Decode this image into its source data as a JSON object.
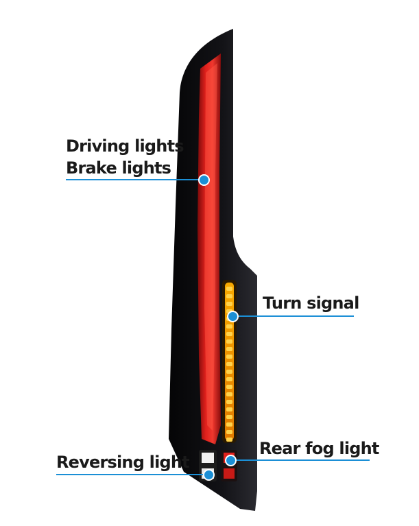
{
  "labels": {
    "driving": "Driving lights",
    "brake": "Brake lights",
    "turn": "Turn signal",
    "rear_fog": "Rear fog light",
    "reversing": "Reversing light"
  },
  "colors": {
    "accent": "#1b8fd6",
    "housing": "#0d0d0f",
    "brake_red": "#e0201c",
    "turn_amber": "#f5b000",
    "reverse_white": "#f2f2f2",
    "text": "#1a1a1a"
  }
}
